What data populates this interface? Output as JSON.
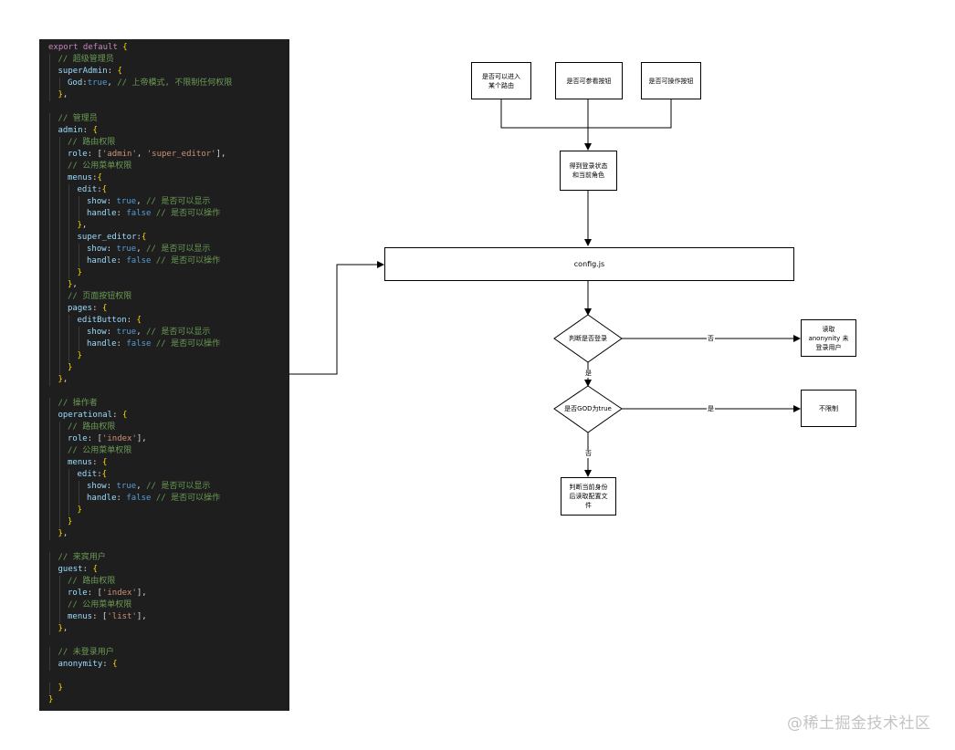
{
  "code": {
    "lines": [
      {
        "indent": 0,
        "tokens": [
          [
            "kw",
            "export default "
          ],
          [
            "brace",
            "{"
          ]
        ]
      },
      {
        "indent": 1,
        "tokens": [
          [
            "comment",
            "// 超级管理员"
          ]
        ]
      },
      {
        "indent": 1,
        "tokens": [
          [
            "key",
            "superAdmin"
          ],
          [
            "punct",
            ": "
          ],
          [
            "brace",
            "{"
          ]
        ]
      },
      {
        "indent": 2,
        "tokens": [
          [
            "key",
            "God"
          ],
          [
            "punct",
            ":"
          ],
          [
            "bool",
            "true"
          ],
          [
            "punct",
            ", "
          ],
          [
            "comment",
            "// 上帝模式, 不限制任何权限"
          ]
        ]
      },
      {
        "indent": 1,
        "tokens": [
          [
            "brace",
            "}"
          ],
          [
            "punct",
            ","
          ]
        ]
      },
      {
        "indent": 0,
        "tokens": []
      },
      {
        "indent": 1,
        "tokens": [
          [
            "comment",
            "// 管理员"
          ]
        ]
      },
      {
        "indent": 1,
        "tokens": [
          [
            "key",
            "admin"
          ],
          [
            "punct",
            ": "
          ],
          [
            "brace",
            "{"
          ]
        ]
      },
      {
        "indent": 2,
        "tokens": [
          [
            "comment",
            "// 路由权限"
          ]
        ]
      },
      {
        "indent": 2,
        "tokens": [
          [
            "key",
            "role"
          ],
          [
            "punct",
            ": ["
          ],
          [
            "str",
            "'admin'"
          ],
          [
            "punct",
            ", "
          ],
          [
            "str",
            "'super_editor'"
          ],
          [
            "punct",
            "],"
          ]
        ]
      },
      {
        "indent": 2,
        "tokens": [
          [
            "comment",
            "// 公用菜单权限"
          ]
        ]
      },
      {
        "indent": 2,
        "tokens": [
          [
            "key",
            "menus"
          ],
          [
            "punct",
            ":"
          ],
          [
            "brace",
            "{"
          ]
        ]
      },
      {
        "indent": 3,
        "tokens": [
          [
            "key",
            "edit"
          ],
          [
            "punct",
            ":"
          ],
          [
            "brace",
            "{"
          ]
        ]
      },
      {
        "indent": 4,
        "tokens": [
          [
            "key",
            "show"
          ],
          [
            "punct",
            ": "
          ],
          [
            "bool",
            "true"
          ],
          [
            "punct",
            ", "
          ],
          [
            "comment",
            "// 是否可以显示"
          ]
        ]
      },
      {
        "indent": 4,
        "tokens": [
          [
            "key",
            "handle"
          ],
          [
            "punct",
            ": "
          ],
          [
            "bool",
            "false"
          ],
          [
            "punct",
            " "
          ],
          [
            "comment",
            "// 是否可以操作"
          ]
        ]
      },
      {
        "indent": 3,
        "tokens": [
          [
            "brace",
            "}"
          ],
          [
            "punct",
            ","
          ]
        ]
      },
      {
        "indent": 3,
        "tokens": [
          [
            "key",
            "super_editor"
          ],
          [
            "punct",
            ":"
          ],
          [
            "brace",
            "{"
          ]
        ]
      },
      {
        "indent": 4,
        "tokens": [
          [
            "key",
            "show"
          ],
          [
            "punct",
            ": "
          ],
          [
            "bool",
            "true"
          ],
          [
            "punct",
            ", "
          ],
          [
            "comment",
            "// 是否可以显示"
          ]
        ]
      },
      {
        "indent": 4,
        "tokens": [
          [
            "key",
            "handle"
          ],
          [
            "punct",
            ": "
          ],
          [
            "bool",
            "false"
          ],
          [
            "punct",
            " "
          ],
          [
            "comment",
            "// 是否可以操作"
          ]
        ]
      },
      {
        "indent": 3,
        "tokens": [
          [
            "brace",
            "}"
          ]
        ]
      },
      {
        "indent": 2,
        "tokens": [
          [
            "brace",
            "}"
          ],
          [
            "punct",
            ","
          ]
        ]
      },
      {
        "indent": 2,
        "tokens": [
          [
            "comment",
            "// 页面按钮权限"
          ]
        ]
      },
      {
        "indent": 2,
        "tokens": [
          [
            "key",
            "pages"
          ],
          [
            "punct",
            ": "
          ],
          [
            "brace",
            "{"
          ]
        ]
      },
      {
        "indent": 3,
        "tokens": [
          [
            "key",
            "editButton"
          ],
          [
            "punct",
            ": "
          ],
          [
            "brace",
            "{"
          ]
        ]
      },
      {
        "indent": 4,
        "tokens": [
          [
            "key",
            "show"
          ],
          [
            "punct",
            ": "
          ],
          [
            "bool",
            "true"
          ],
          [
            "punct",
            ", "
          ],
          [
            "comment",
            "// 是否可以显示"
          ]
        ]
      },
      {
        "indent": 4,
        "tokens": [
          [
            "key",
            "handle"
          ],
          [
            "punct",
            ": "
          ],
          [
            "bool",
            "false"
          ],
          [
            "punct",
            " "
          ],
          [
            "comment",
            "// 是否可以操作"
          ]
        ]
      },
      {
        "indent": 3,
        "tokens": [
          [
            "brace",
            "}"
          ]
        ]
      },
      {
        "indent": 2,
        "tokens": [
          [
            "brace",
            "}"
          ]
        ]
      },
      {
        "indent": 1,
        "tokens": [
          [
            "brace",
            "}"
          ],
          [
            "punct",
            ","
          ]
        ]
      },
      {
        "indent": 0,
        "tokens": []
      },
      {
        "indent": 1,
        "tokens": [
          [
            "comment",
            "// 操作者"
          ]
        ]
      },
      {
        "indent": 1,
        "tokens": [
          [
            "key",
            "operational"
          ],
          [
            "punct",
            ": "
          ],
          [
            "brace",
            "{"
          ]
        ]
      },
      {
        "indent": 2,
        "tokens": [
          [
            "comment",
            "// 路由权限"
          ]
        ]
      },
      {
        "indent": 2,
        "tokens": [
          [
            "key",
            "role"
          ],
          [
            "punct",
            ": ["
          ],
          [
            "str",
            "'index'"
          ],
          [
            "punct",
            "],"
          ]
        ]
      },
      {
        "indent": 2,
        "tokens": [
          [
            "comment",
            "// 公用菜单权限"
          ]
        ]
      },
      {
        "indent": 2,
        "tokens": [
          [
            "key",
            "menus"
          ],
          [
            "punct",
            ": "
          ],
          [
            "brace",
            "{"
          ]
        ]
      },
      {
        "indent": 3,
        "tokens": [
          [
            "key",
            "edit"
          ],
          [
            "punct",
            ":"
          ],
          [
            "brace",
            "{"
          ]
        ]
      },
      {
        "indent": 4,
        "tokens": [
          [
            "key",
            "show"
          ],
          [
            "punct",
            ": "
          ],
          [
            "bool",
            "true"
          ],
          [
            "punct",
            ", "
          ],
          [
            "comment",
            "// 是否可以显示"
          ]
        ]
      },
      {
        "indent": 4,
        "tokens": [
          [
            "key",
            "handle"
          ],
          [
            "punct",
            ": "
          ],
          [
            "bool",
            "false"
          ],
          [
            "punct",
            " "
          ],
          [
            "comment",
            "// 是否可以操作"
          ]
        ]
      },
      {
        "indent": 3,
        "tokens": [
          [
            "brace",
            "}"
          ]
        ]
      },
      {
        "indent": 2,
        "tokens": [
          [
            "brace",
            "}"
          ]
        ]
      },
      {
        "indent": 1,
        "tokens": [
          [
            "brace",
            "}"
          ],
          [
            "punct",
            ","
          ]
        ]
      },
      {
        "indent": 0,
        "tokens": []
      },
      {
        "indent": 1,
        "tokens": [
          [
            "comment",
            "// 来宾用户"
          ]
        ]
      },
      {
        "indent": 1,
        "tokens": [
          [
            "key",
            "guest"
          ],
          [
            "punct",
            ": "
          ],
          [
            "brace",
            "{"
          ]
        ]
      },
      {
        "indent": 2,
        "tokens": [
          [
            "comment",
            "// 路由权限"
          ]
        ]
      },
      {
        "indent": 2,
        "tokens": [
          [
            "key",
            "role"
          ],
          [
            "punct",
            ": ["
          ],
          [
            "str",
            "'index'"
          ],
          [
            "punct",
            "],"
          ]
        ]
      },
      {
        "indent": 2,
        "tokens": [
          [
            "comment",
            "// 公用菜单权限"
          ]
        ]
      },
      {
        "indent": 2,
        "tokens": [
          [
            "key",
            "menus"
          ],
          [
            "punct",
            ": ["
          ],
          [
            "str",
            "'list'"
          ],
          [
            "punct",
            "],"
          ]
        ]
      },
      {
        "indent": 1,
        "tokens": [
          [
            "brace",
            "}"
          ],
          [
            "punct",
            ","
          ]
        ]
      },
      {
        "indent": 0,
        "tokens": []
      },
      {
        "indent": 1,
        "tokens": [
          [
            "comment",
            "// 未登录用户"
          ]
        ]
      },
      {
        "indent": 1,
        "tokens": [
          [
            "key",
            "anonymity"
          ],
          [
            "punct",
            ": "
          ],
          [
            "brace",
            "{"
          ]
        ]
      },
      {
        "indent": 0,
        "tokens": []
      },
      {
        "indent": 1,
        "tokens": [
          [
            "brace",
            "}"
          ]
        ]
      },
      {
        "indent": 0,
        "tokens": [
          [
            "brace",
            "}"
          ]
        ]
      }
    ]
  },
  "flowchart": {
    "nodes": {
      "enter_route": "是否可以进入\n某个路由",
      "view_button": "是否可参看按钮",
      "operate_button": "是否可操作按钮",
      "get_state": "得到登录状态\n和当前角色",
      "config": "config.js",
      "read_anonymity": "读取\nanonynity 未\n登录用户",
      "no_limit": "不限制",
      "read_config": "判断当前身份\n后读取配置文\n件"
    },
    "decisions": {
      "is_logged_in": "判断是否登录",
      "is_god": "是否GOD为true"
    },
    "edge_labels": {
      "not_logged_in": "否",
      "logged_in": "是",
      "god_yes": "是",
      "god_no": "否"
    }
  },
  "watermark": "@稀土掘金技术社区"
}
